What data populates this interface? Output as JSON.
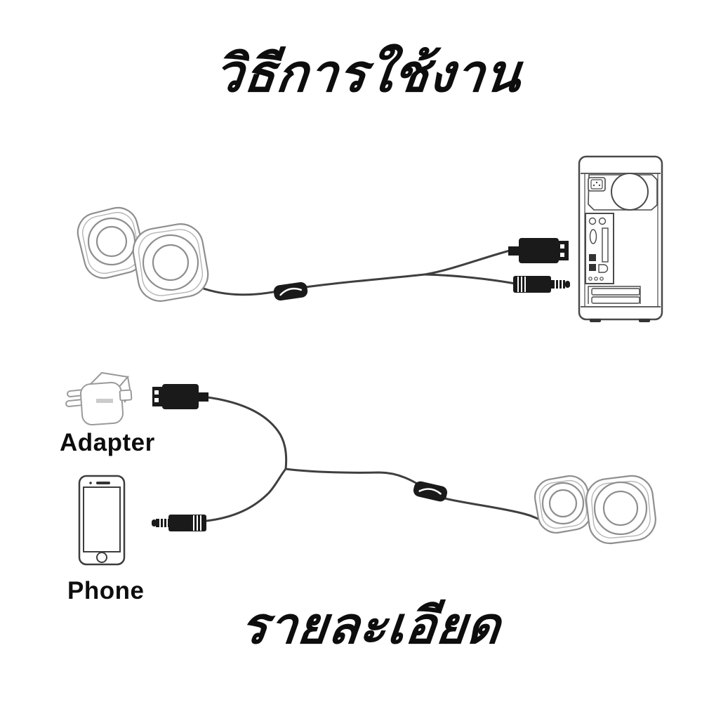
{
  "page": {
    "background_color": "#ffffff",
    "text_color": "#0d0d0d",
    "line_art_color": "#8e8e8e",
    "cable_color": "#3f3f3f",
    "connector_color": "#1a1a1a"
  },
  "header": {
    "title": "วิธีการใช้งาน"
  },
  "footer": {
    "title": "รายละเอียด"
  },
  "usage_diagram": {
    "icons": [
      "stereo-speakers-icon",
      "inline-volume-switch-icon",
      "usb-plug-icon",
      "audio-jack-3-5mm-icon",
      "pc-tower-rear-icon"
    ]
  },
  "detail_diagram": {
    "adapter_label": "Adapter",
    "phone_label": "Phone",
    "icons": [
      "power-adapter-icon",
      "usb-plug-icon",
      "smartphone-icon",
      "audio-jack-3-5mm-icon",
      "inline-volume-switch-icon",
      "stereo-speakers-icon"
    ]
  }
}
